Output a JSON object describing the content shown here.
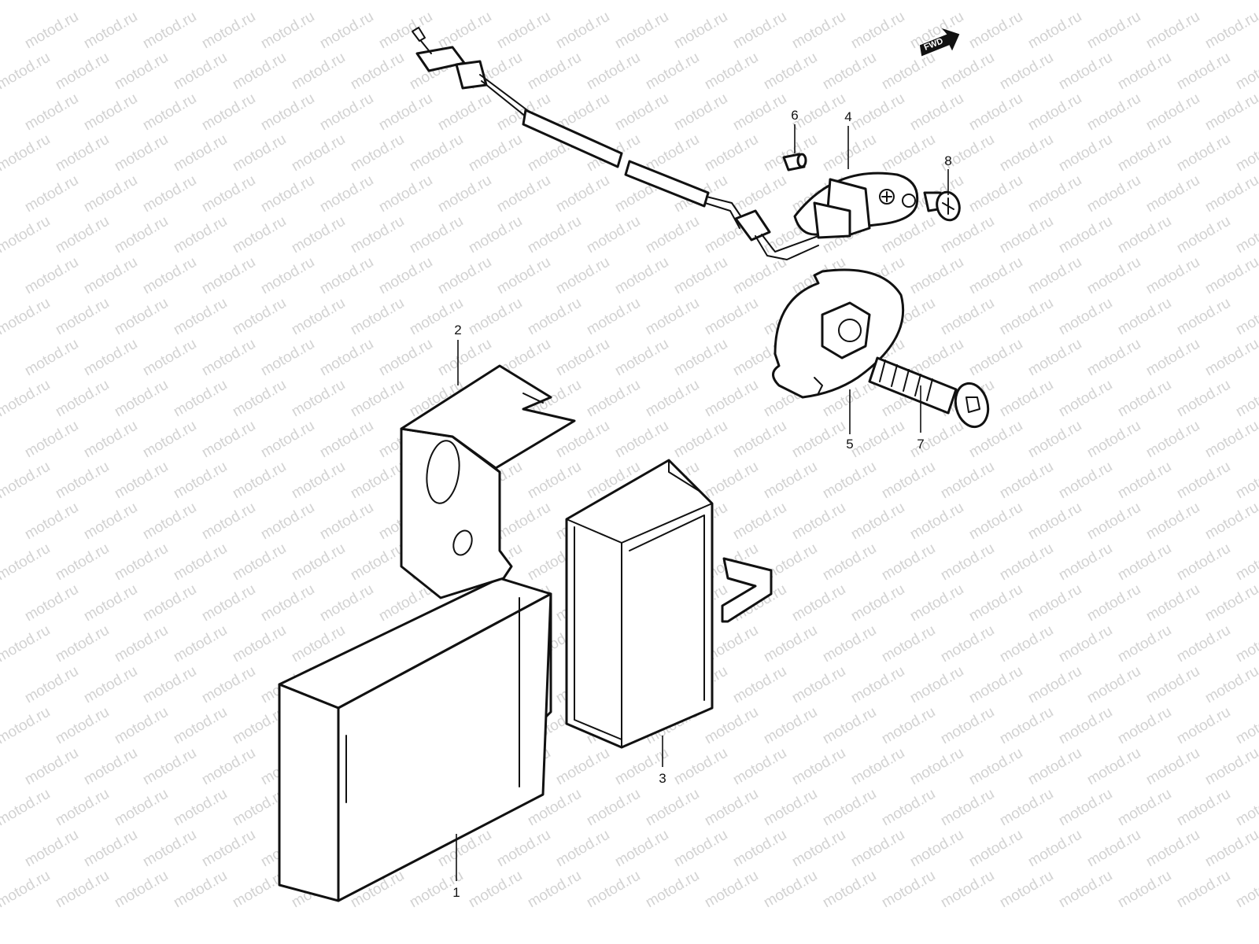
{
  "watermark": {
    "text": "motod.ru",
    "color": "#d2d2d2"
  },
  "direction_marker": {
    "label": "FWD"
  },
  "callouts": [
    {
      "id": "1",
      "label": "1"
    },
    {
      "id": "2",
      "label": "2"
    },
    {
      "id": "3",
      "label": "3"
    },
    {
      "id": "4",
      "label": "4"
    },
    {
      "id": "5",
      "label": "5"
    },
    {
      "id": "6",
      "label": "6"
    },
    {
      "id": "7",
      "label": "7"
    },
    {
      "id": "8",
      "label": "8"
    }
  ]
}
